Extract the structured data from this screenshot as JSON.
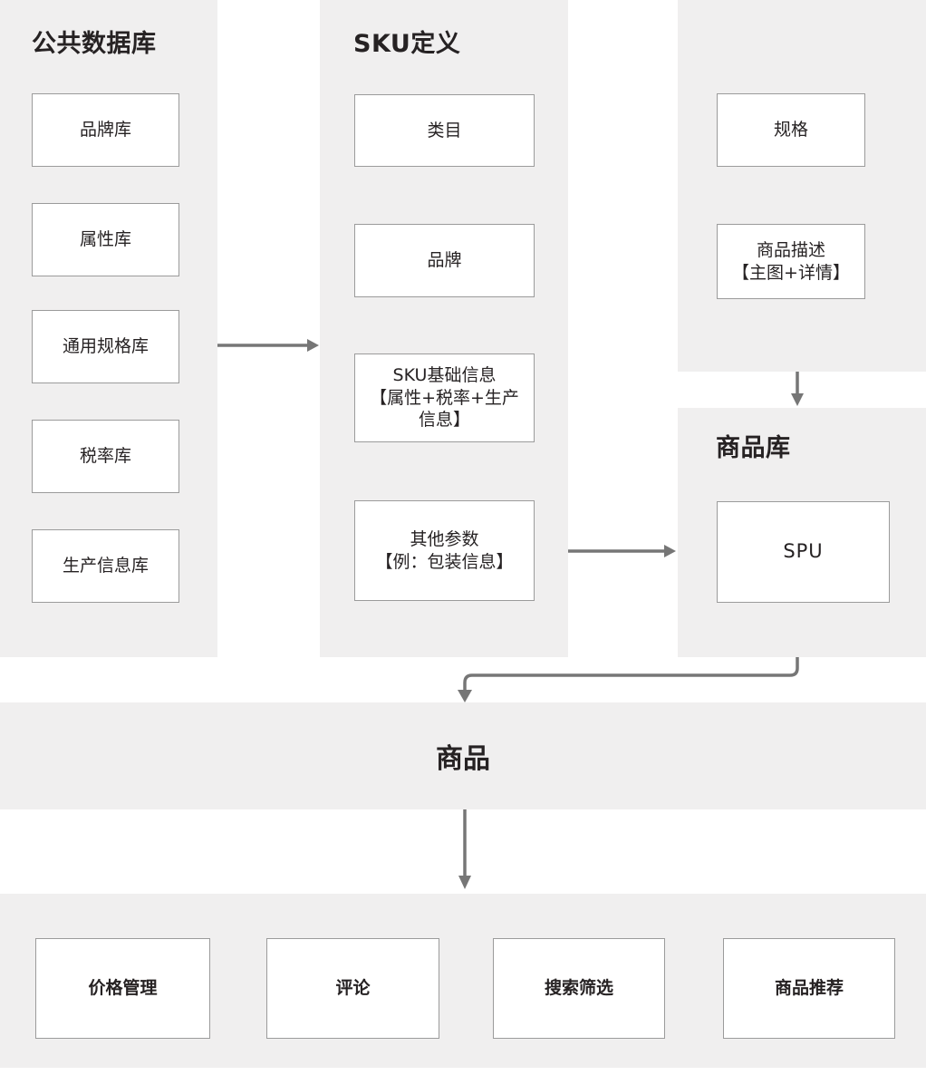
{
  "diagram": {
    "panels": {
      "public_db": {
        "title": "公共数据库",
        "boxes": [
          {
            "label": "品牌库"
          },
          {
            "label": "属性库"
          },
          {
            "label": "通用规格库"
          },
          {
            "label": "税率库"
          },
          {
            "label": "生产信息库"
          }
        ]
      },
      "sku_def": {
        "title": "SKU定义",
        "boxes": [
          {
            "label": "类目"
          },
          {
            "label": "品牌"
          },
          {
            "label": "SKU基础信息\n【属性+税率+生产\n信息】"
          },
          {
            "label": "其他参数\n【例：包装信息】"
          }
        ]
      },
      "spec_panel": {
        "boxes": [
          {
            "label": "规格"
          },
          {
            "label": "商品描述\n【主图+详情】"
          }
        ]
      },
      "product_db": {
        "title": "商品库",
        "boxes": [
          {
            "label": "SPU"
          }
        ]
      },
      "product_band": {
        "title": "商品"
      },
      "bottom_row": {
        "boxes": [
          {
            "label": "价格管理"
          },
          {
            "label": "评论"
          },
          {
            "label": "搜索筛选"
          },
          {
            "label": "商品推荐"
          }
        ]
      }
    },
    "colors": {
      "panel_bg": "#f0efef",
      "box_border": "#9b9b9b",
      "arrow": "#767676",
      "text": "#262223"
    }
  }
}
